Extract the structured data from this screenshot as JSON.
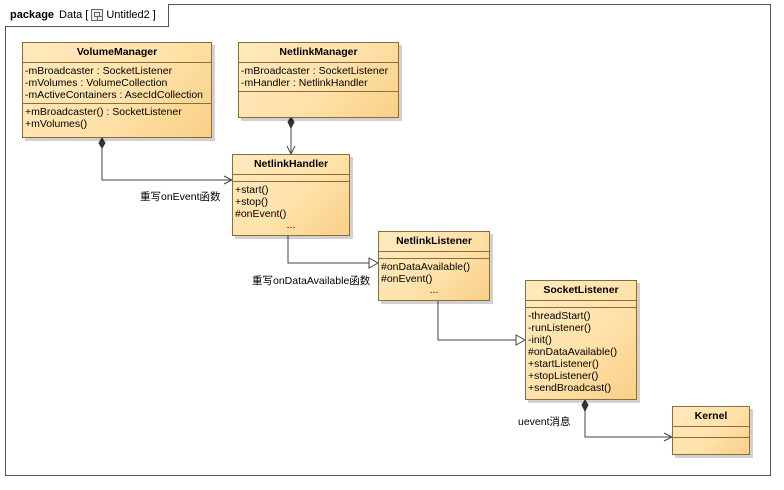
{
  "package": {
    "keyword": "package",
    "name": "Data",
    "bracket_open": "[",
    "diagram": "Untitled2",
    "bracket_close": "]"
  },
  "classes": {
    "volume_manager": {
      "name": "VolumeManager",
      "attributes": [
        "-mBroadcaster : SocketListener",
        "-mVolumes : VolumeCollection",
        "-mActiveContainers : AsecIdCollection"
      ],
      "operations": [
        "+mBroadcaster() : SocketListener",
        "+mVolumes()"
      ]
    },
    "netlink_manager": {
      "name": "NetlinkManager",
      "attributes": [
        "-mBroadcaster : SocketListener",
        "-mHandler : NetlinkHandler"
      ],
      "operations": []
    },
    "netlink_handler": {
      "name": "NetlinkHandler",
      "attributes": [],
      "operations": [
        "+start()",
        "+stop()",
        "#onEvent()",
        "..."
      ]
    },
    "netlink_listener": {
      "name": "NetlinkListener",
      "attributes": [],
      "operations": [
        "#onDataAvailable()",
        "#onEvent()",
        "..."
      ]
    },
    "socket_listener": {
      "name": "SocketListener",
      "attributes": [],
      "operations": [
        "-threadStart()",
        "-runListener()",
        "-init()",
        "#onDataAvailable()",
        "+startListener()",
        "+stopListener()",
        "+sendBroadcast()"
      ]
    },
    "kernel": {
      "name": "Kernel",
      "attributes": [],
      "operations": []
    }
  },
  "labels": {
    "override_on_event": "重写onEvent函数",
    "override_on_data_available": "重写onDataAvailable函数",
    "uevent_message": "uevent消息"
  }
}
